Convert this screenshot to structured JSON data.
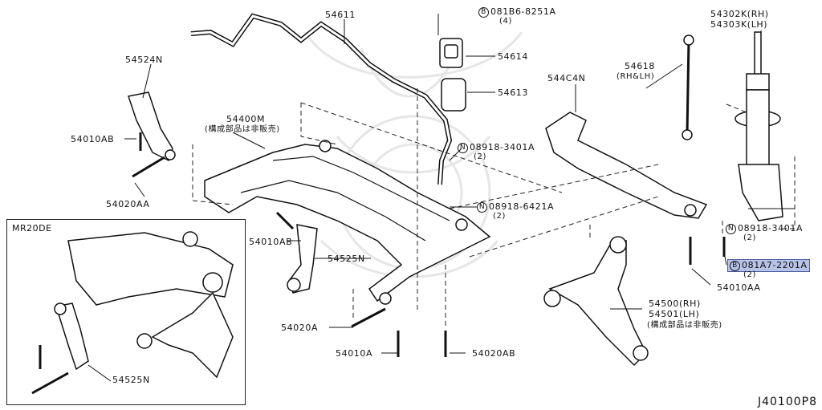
{
  "diagram_code": "J40100P8",
  "inset": {
    "title": "MR20DE",
    "part_label": "54525N"
  },
  "labels": {
    "p54611": "54611",
    "p54524n": "54524N",
    "p54010ab_left": "54010AB",
    "p54020aa": "54020AA",
    "p54400m": "54400M",
    "p54400m_note": "(構成部品は非販売)",
    "p54010ab_mid": "54010AB",
    "p54525n": "54525N",
    "p54020a": "54020A",
    "p54010a": "54010A",
    "p54020ab": "54020AB",
    "bolt_b1_circle": "B",
    "bolt_b1": "081B6-8251A",
    "bolt_b1_qty": "(4)",
    "p54614": "54614",
    "p54613": "54613",
    "nut_n1_circle": "N",
    "nut_n1": "08918-3401A",
    "nut_n1_qty": "(2)",
    "nut_n2_circle": "N",
    "nut_n2": "08918-6421A",
    "nut_n2_qty": "(2)",
    "p544c4n": "544C4N",
    "p54618": "54618",
    "p54618_note": "(RH&LH)",
    "p54302k": "54302K(RH)",
    "p54303k": "54303K(LH)",
    "nut_n3_circle": "N",
    "nut_n3": "08918-3401A",
    "nut_n3_qty": "(2)",
    "bolt_b2_circle": "B",
    "bolt_b2": "081A7-2201A",
    "bolt_b2_qty": "(2)",
    "p54010aa": "54010AA",
    "p54500": "54500(RH)",
    "p54501": "54501(LH)",
    "p54500_note": "(構成部品は非販売)"
  },
  "highlight_color": "#b8c3e8"
}
